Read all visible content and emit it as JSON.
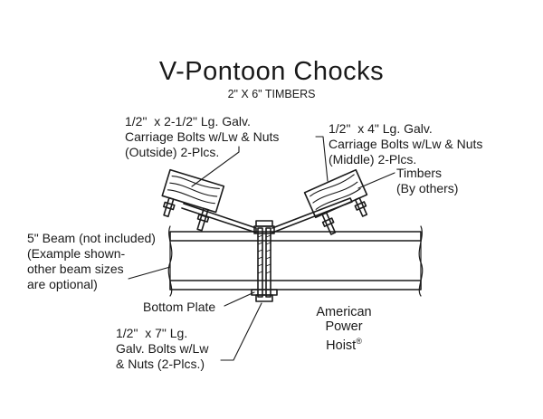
{
  "title": "V-Pontoon Chocks",
  "subtitle": "2\" X 6\" TIMBERS",
  "labels": {
    "outside_bolts": "1/2\"  x 2-1/2\" Lg. Galv.\nCarriage Bolts w/Lw & Nuts\n(Outside) 2-Plcs.",
    "middle_bolts": "1/2\"  x 4\" Lg. Galv.\nCarriage Bolts w/Lw & Nuts\n(Middle) 2-Plcs.",
    "timbers": "Timbers\n(By others)",
    "beam": "5\" Beam (not included)\n(Example shown-\nother beam sizes\nare optional)",
    "bottom_plate": "Bottom Plate",
    "long_bolts": "1/2\"  x 7\" Lg.\nGalv. Bolts w/Lw\n& Nuts (2-Plcs.)"
  },
  "logo": {
    "line1": "American",
    "line2": "Power",
    "line3": "Hoist",
    "mark": "®"
  }
}
